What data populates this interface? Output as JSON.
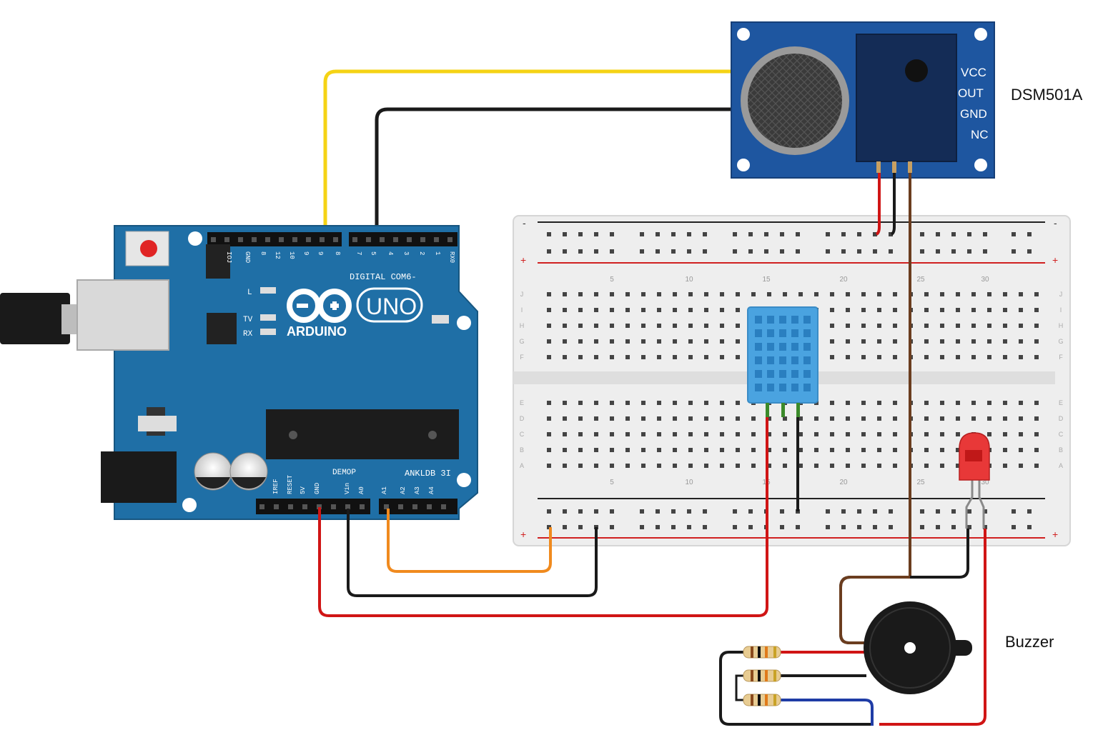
{
  "colors": {
    "background": "#ffffff",
    "arduino_board": "#1f6fa6",
    "sensor_board": "#1e56a0",
    "breadboard": "#eeeeee",
    "dht_sensor": "#4aa3e0",
    "led": "#e83838",
    "wire_yellow": "#f5d315",
    "wire_black": "#1a1a1a",
    "wire_red": "#d01515",
    "wire_orange": "#f08a1e",
    "wire_brown": "#6b3d1f",
    "wire_blue": "#1f3ca6",
    "rail_red": "#d02020"
  },
  "icons": [
    "usb-cable-icon",
    "reset-button-icon",
    "arduino-infinity-logo-icon",
    "potentiometer-knob-icon",
    "mic-grille-icon"
  ],
  "arduino": {
    "brand": "ARDUINO",
    "model": "UNO",
    "digital_label": "DIGITAL COM6-",
    "header_top_pins": [
      "IOJ",
      "GND",
      "8",
      "12",
      "10",
      "9",
      "9",
      "8",
      "7",
      "5",
      "4",
      "3",
      "2",
      "1",
      "RX0"
    ],
    "led_labels": [
      "L",
      "TV",
      "RX"
    ],
    "power_label": "DEMOP",
    "analog_label": "ANKLDB 3I",
    "header_bottom_pins": [
      "IREF",
      "RESET",
      "5V",
      "GND",
      "Vin",
      "A0",
      "A1",
      "A2",
      "A3",
      "A4"
    ]
  },
  "sensor": {
    "name": "DSM501A",
    "pins": [
      "VCC",
      "OUT",
      "GND",
      "NC"
    ]
  },
  "breadboard": {
    "plus": "+",
    "minus": "-",
    "column_numbers": [
      "5",
      "10",
      "15",
      "20",
      "25",
      "30"
    ],
    "row_letters_top": [
      "J",
      "I",
      "H",
      "G",
      "F"
    ],
    "row_letters_bottom": [
      "E",
      "D",
      "C",
      "B",
      "A"
    ]
  },
  "buzzer": {
    "name": "Buzzer"
  }
}
